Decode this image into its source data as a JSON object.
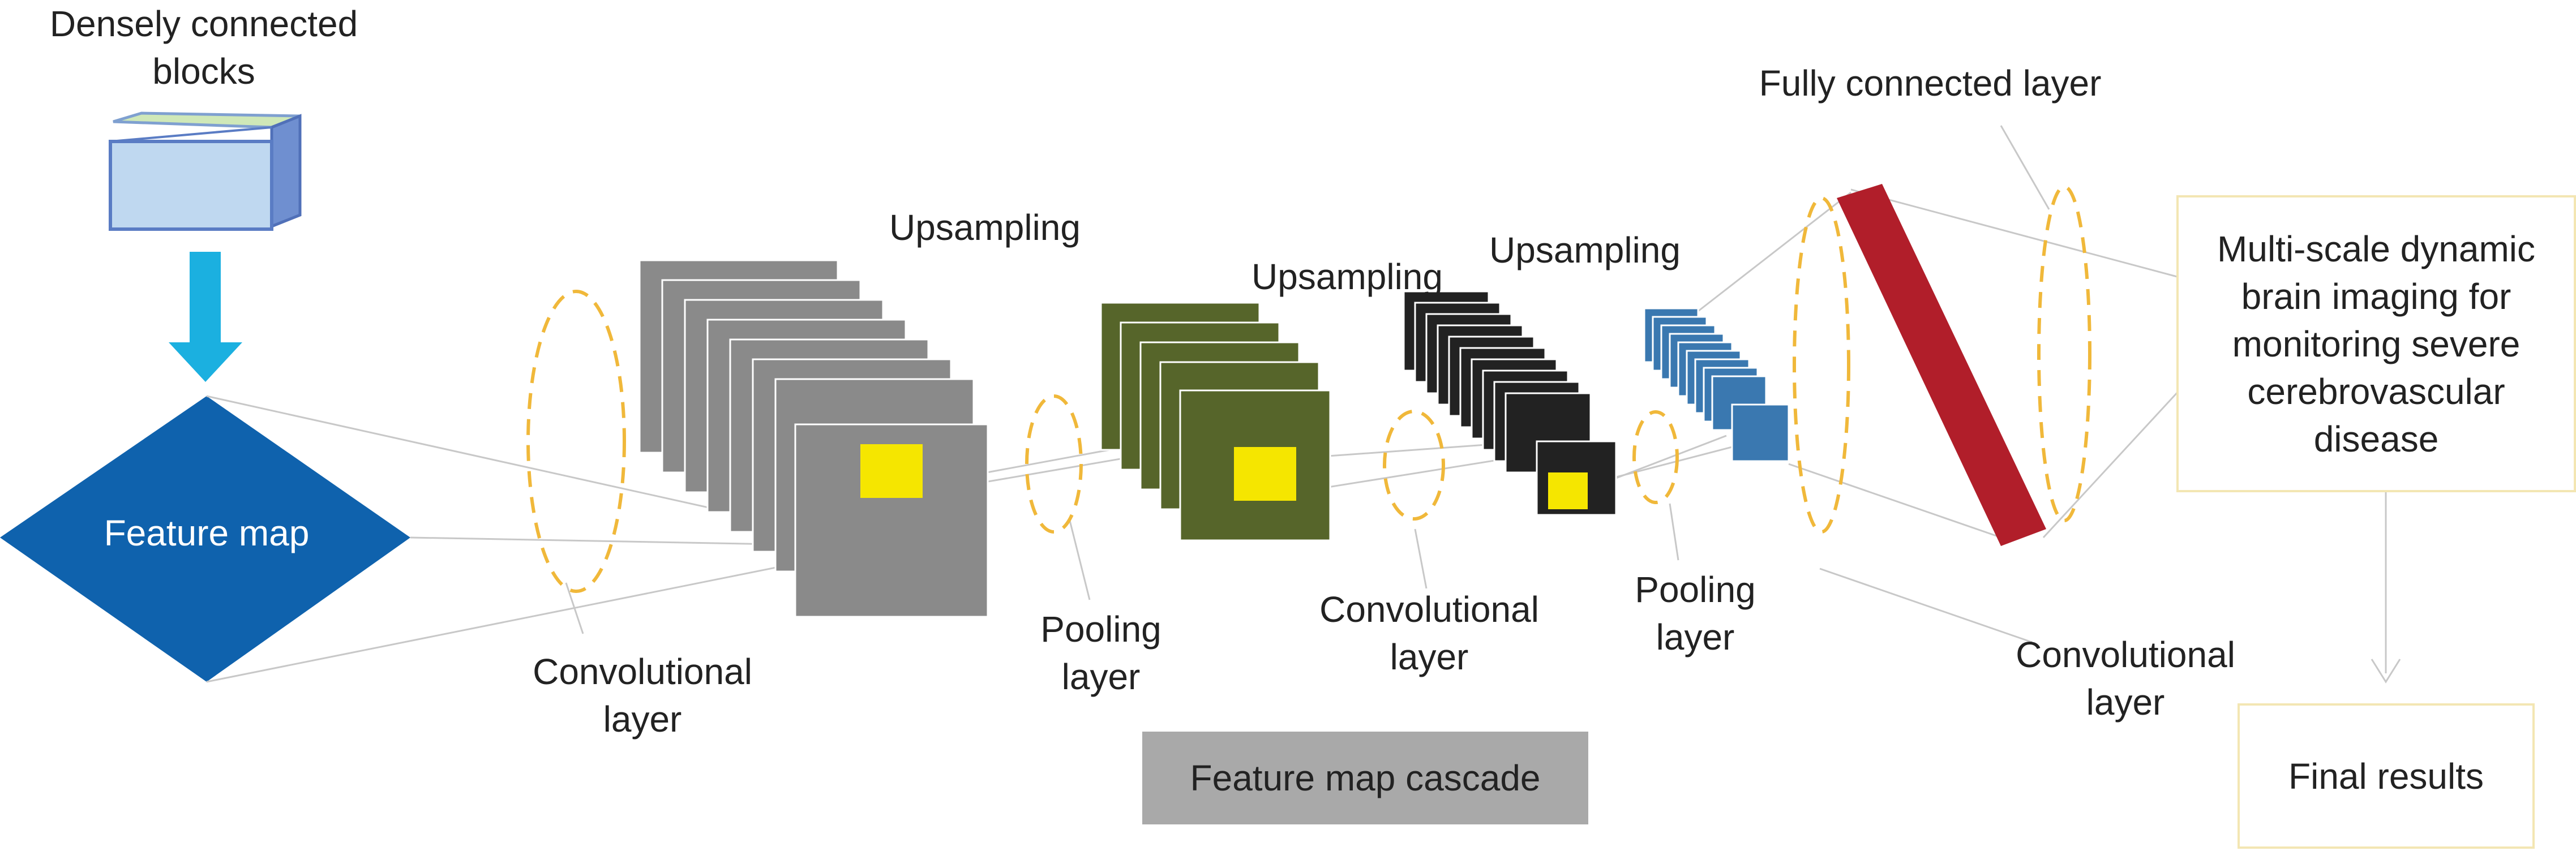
{
  "labels": {
    "dense_blocks": [
      "Densely connected",
      "blocks"
    ],
    "feature_map": "Feature map",
    "conv1": [
      "Convolutional",
      "layer"
    ],
    "upsampling1": "Upsampling",
    "pooling1": [
      "Pooling",
      "layer"
    ],
    "upsampling2": "Upsampling",
    "upsampling3": "Upsampling",
    "conv2": [
      "Convolutional",
      "layer"
    ],
    "pooling2": [
      "Pooling",
      "layer"
    ],
    "fully_connected": "Fully connected layer",
    "conv3": [
      "Convolutional",
      "layer"
    ],
    "cascade": "Feature map cascade",
    "final_results": "Final results",
    "output": [
      "Multi-scale dynamic",
      "brain imaging for",
      "monitoring severe",
      "cerebrovascular",
      "disease"
    ]
  },
  "colors": {
    "feature_map": "#0f62ad",
    "arrow": "#1bb0e0",
    "gray_stack": "#8a8a8a",
    "green_stack": "#56652a",
    "black_stack": "#222222",
    "blue_stack": "#3a78b0",
    "fc_bar": "#b11e2a",
    "highlight": "#f5e600",
    "dashed": "#f0b83a",
    "box_border": "#f3e6b3",
    "cascade_bg": "#a9a9a9"
  }
}
